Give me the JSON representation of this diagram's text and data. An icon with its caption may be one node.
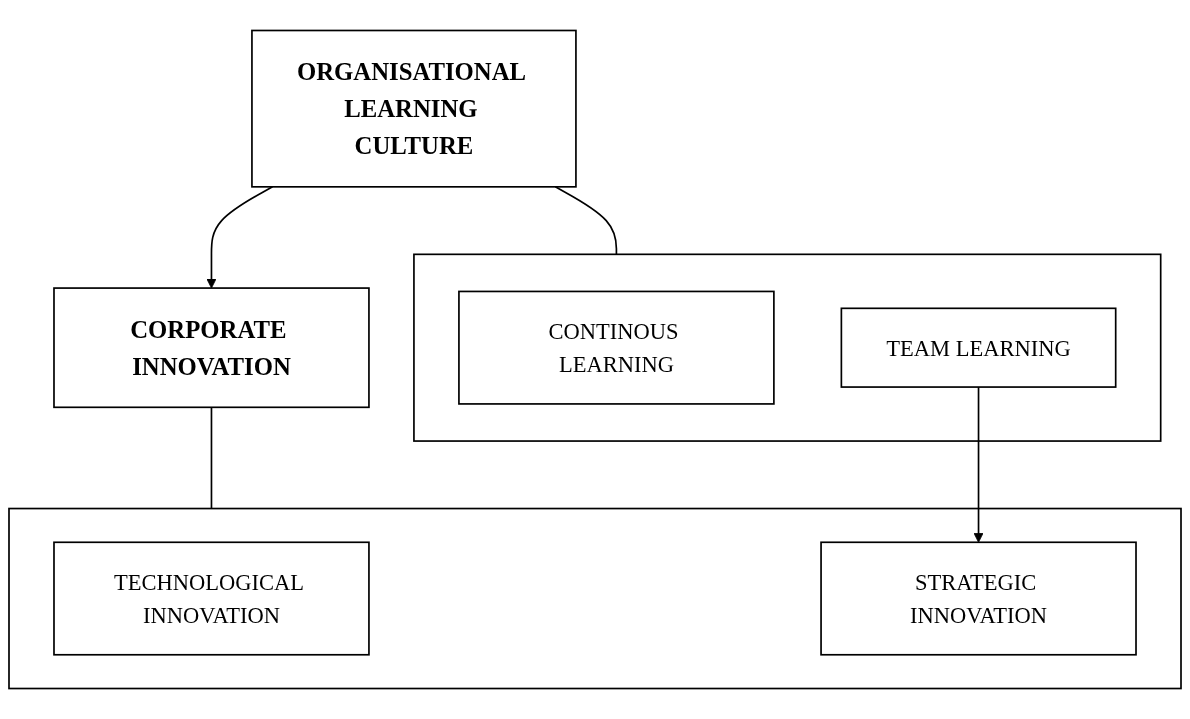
{
  "diagram": {
    "nodes": [
      {
        "text": [
          "ORGANISATIONAL LEARNING CULTURE"
        ]
      },
      {
        "text": [
          "CORPORATE INNOVATION"
        ]
      },
      {
        "text": [],
        "shape": "box"
      },
      {
        "text": [
          "CONTINOUS LEARNING"
        ],
        "in": 2
      },
      {
        "text": [
          "TEAM LEARNING"
        ],
        "in": 2
      },
      {
        "text": [],
        "shape": "box"
      },
      {
        "text": [
          "TECHNOLOGICAL INNOVATION"
        ],
        "in": 5
      },
      {
        "text": [
          "STRATEGIC INNOVATION"
        ],
        "in": 5
      }
    ],
    "edges": [
      {
        "from": 0,
        "to": 1,
        "arrow": "to"
      },
      {
        "from": 0,
        "to": 2,
        "arrow": "none"
      },
      {
        "from": 1,
        "to": 5,
        "arrow": "none"
      },
      {
        "from": 4,
        "to": 7,
        "arrow": "to"
      }
    ]
  }
}
